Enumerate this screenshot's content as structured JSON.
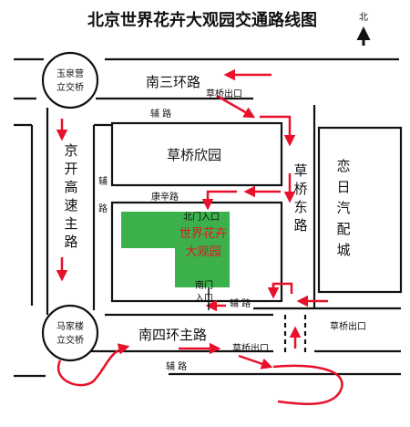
{
  "title": "北京世界花卉大观园交通路线图",
  "north": {
    "label": "北"
  },
  "interchanges": {
    "north": {
      "line1": "玉泉营",
      "line2": "立交桥"
    },
    "south": {
      "line1": "马家楼",
      "line2": "立交桥"
    }
  },
  "roads": {
    "south_third_ring": "南三环路",
    "south_fourth_ring": "南四环主路",
    "auxiliary_top": "辅 路",
    "auxiliary_mid": "辅 路",
    "auxiliary_bottom": "辅 路",
    "jingkai": [
      "京",
      "开",
      "高",
      "速",
      "主",
      "路"
    ],
    "caoqiao_east": [
      "草",
      "桥",
      "东",
      "路"
    ],
    "aux_west": [
      "辅",
      "路"
    ],
    "kangxin": "康辛路"
  },
  "exits": {
    "top": "草桥出口",
    "right": "草桥出口",
    "bottom": "草桥出口"
  },
  "places": {
    "caoqiao_xinyuan": "草桥欣园",
    "liuri": [
      "恋",
      "日",
      "汽",
      "配",
      "城"
    ],
    "garden_line1": "世界花卉",
    "garden_line2": "大观园",
    "north_gate": "北门入口",
    "south_gate_line1": "南门",
    "south_gate_line2": "入口"
  },
  "colors": {
    "arrow": "#e8102a",
    "garden": "#3cb04a",
    "road_line": "#111111"
  }
}
